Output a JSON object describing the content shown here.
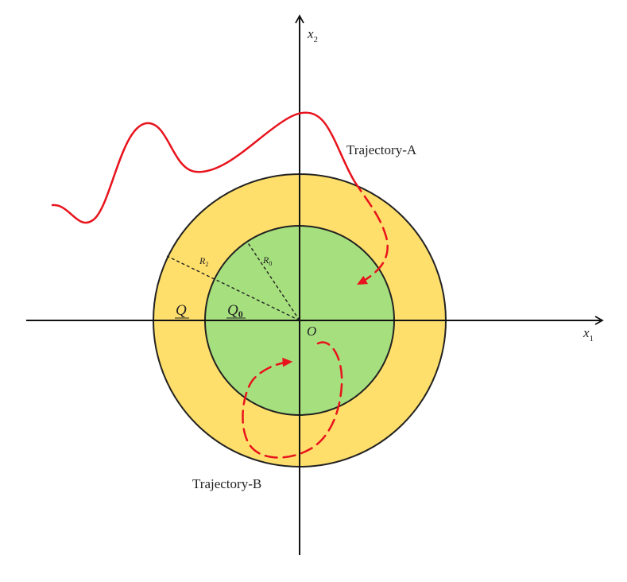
{
  "colors": {
    "outer_region": "#FFDF6B",
    "inner_region": "#A6E07E",
    "boundary": "#222222",
    "axis": "#111111",
    "trajectory": "#E8131C",
    "background": "#FFFFFF"
  },
  "axes": {
    "x_label": "x",
    "x_subscript": "1",
    "y_label": "x",
    "y_subscript": "2",
    "origin_label": "O"
  },
  "regions": {
    "outer_label": "Q",
    "inner_label": "Q",
    "inner_subscript": "0",
    "outer_radius_label": "R",
    "outer_radius_subscript": "2",
    "inner_radius_label": "R",
    "inner_radius_subscript": "0"
  },
  "trajectories": {
    "a_label": "Trajectory-A",
    "b_label": "Trajectory-B"
  }
}
